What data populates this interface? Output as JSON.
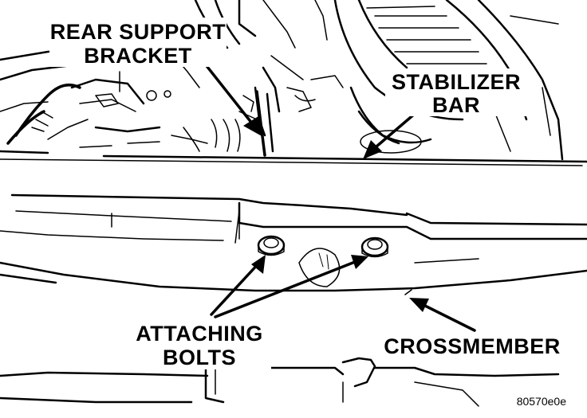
{
  "labels": {
    "rear_support_bracket_line1": "REAR SUPPORT",
    "rear_support_bracket_line2": "BRACKET",
    "stabilizer_bar_line1": "STABILIZER",
    "stabilizer_bar_line2": "BAR",
    "attaching_bolts_line1": "ATTACHING",
    "attaching_bolts_line2": "BOLTS",
    "crossmember": "CROSSMEMBER"
  },
  "figure_id": "80570e0e",
  "colors": {
    "ink": "#000000",
    "paper": "#ffffff"
  }
}
